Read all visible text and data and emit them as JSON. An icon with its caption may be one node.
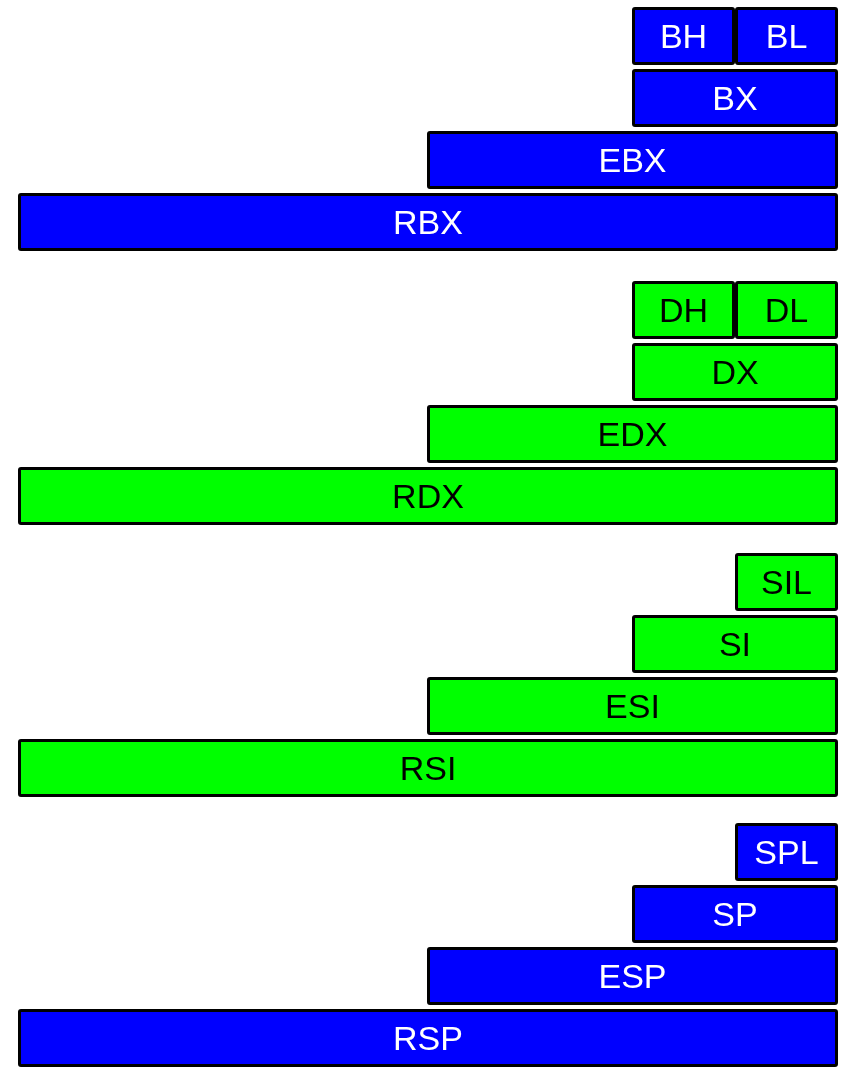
{
  "diagram": {
    "nodes": [
      {
        "text": [
          "BH"
        ]
      },
      {
        "text": [
          "BL"
        ]
      },
      {
        "text": [
          "BX"
        ]
      },
      {
        "text": [
          "EBX"
        ]
      },
      {
        "text": [
          "RBX"
        ]
      },
      {
        "text": [
          "DH"
        ]
      },
      {
        "text": [
          "DL"
        ]
      },
      {
        "text": [
          "DX"
        ]
      },
      {
        "text": [
          "EDX"
        ]
      },
      {
        "text": [
          "RDX"
        ]
      },
      {
        "text": [
          "SIL"
        ]
      },
      {
        "text": [
          "SI"
        ]
      },
      {
        "text": [
          "ESI"
        ]
      },
      {
        "text": [
          "RSI"
        ]
      },
      {
        "text": [
          "SPL"
        ]
      },
      {
        "text": [
          "SP"
        ]
      },
      {
        "text": [
          "ESP"
        ]
      },
      {
        "text": [
          "RSP"
        ]
      }
    ]
  }
}
